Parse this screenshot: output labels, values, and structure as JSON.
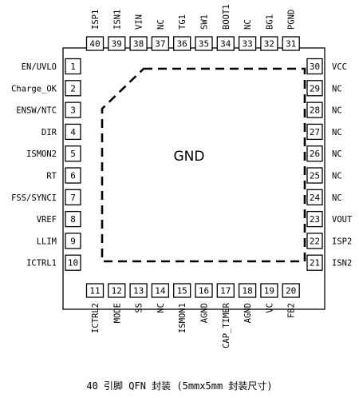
{
  "center_label": "GND",
  "caption": "40 引脚 QFN 封装 (5mmx5mm 封装尺寸)",
  "pins": {
    "left": [
      {
        "num": "1",
        "name": "EN/UVLO"
      },
      {
        "num": "2",
        "name": "Charge_OK"
      },
      {
        "num": "3",
        "name": "ENSW/NTC"
      },
      {
        "num": "4",
        "name": "DIR"
      },
      {
        "num": "5",
        "name": "ISMON2"
      },
      {
        "num": "6",
        "name": "RT"
      },
      {
        "num": "7",
        "name": "FSS/SYNCI"
      },
      {
        "num": "8",
        "name": "VREF"
      },
      {
        "num": "9",
        "name": "LLIM"
      },
      {
        "num": "10",
        "name": "ICTRL1"
      }
    ],
    "bottom": [
      {
        "num": "11",
        "name": "ICTRL2"
      },
      {
        "num": "12",
        "name": "MODE"
      },
      {
        "num": "13",
        "name": "SS"
      },
      {
        "num": "14",
        "name": "NC"
      },
      {
        "num": "15",
        "name": "ISMON1"
      },
      {
        "num": "16",
        "name": "AGND"
      },
      {
        "num": "17",
        "name": "CAP_TIMER"
      },
      {
        "num": "18",
        "name": "AGND"
      },
      {
        "num": "19",
        "name": "VC"
      },
      {
        "num": "20",
        "name": "FB2"
      }
    ],
    "right": [
      {
        "num": "30",
        "name": "VCC"
      },
      {
        "num": "29",
        "name": "NC"
      },
      {
        "num": "28",
        "name": "NC"
      },
      {
        "num": "27",
        "name": "NC"
      },
      {
        "num": "26",
        "name": "NC"
      },
      {
        "num": "25",
        "name": "NC"
      },
      {
        "num": "24",
        "name": "NC"
      },
      {
        "num": "23",
        "name": "VOUT"
      },
      {
        "num": "22",
        "name": "ISP2"
      },
      {
        "num": "21",
        "name": "ISN2"
      }
    ],
    "top": [
      {
        "num": "40",
        "name": "ISP1"
      },
      {
        "num": "39",
        "name": "ISN1"
      },
      {
        "num": "38",
        "name": "VIN"
      },
      {
        "num": "37",
        "name": "NC"
      },
      {
        "num": "36",
        "name": "TG1"
      },
      {
        "num": "35",
        "name": "SW1"
      },
      {
        "num": "34",
        "name": "BOOT1"
      },
      {
        "num": "33",
        "name": "NC"
      },
      {
        "num": "32",
        "name": "BG1"
      },
      {
        "num": "31",
        "name": "PGND"
      }
    ]
  }
}
